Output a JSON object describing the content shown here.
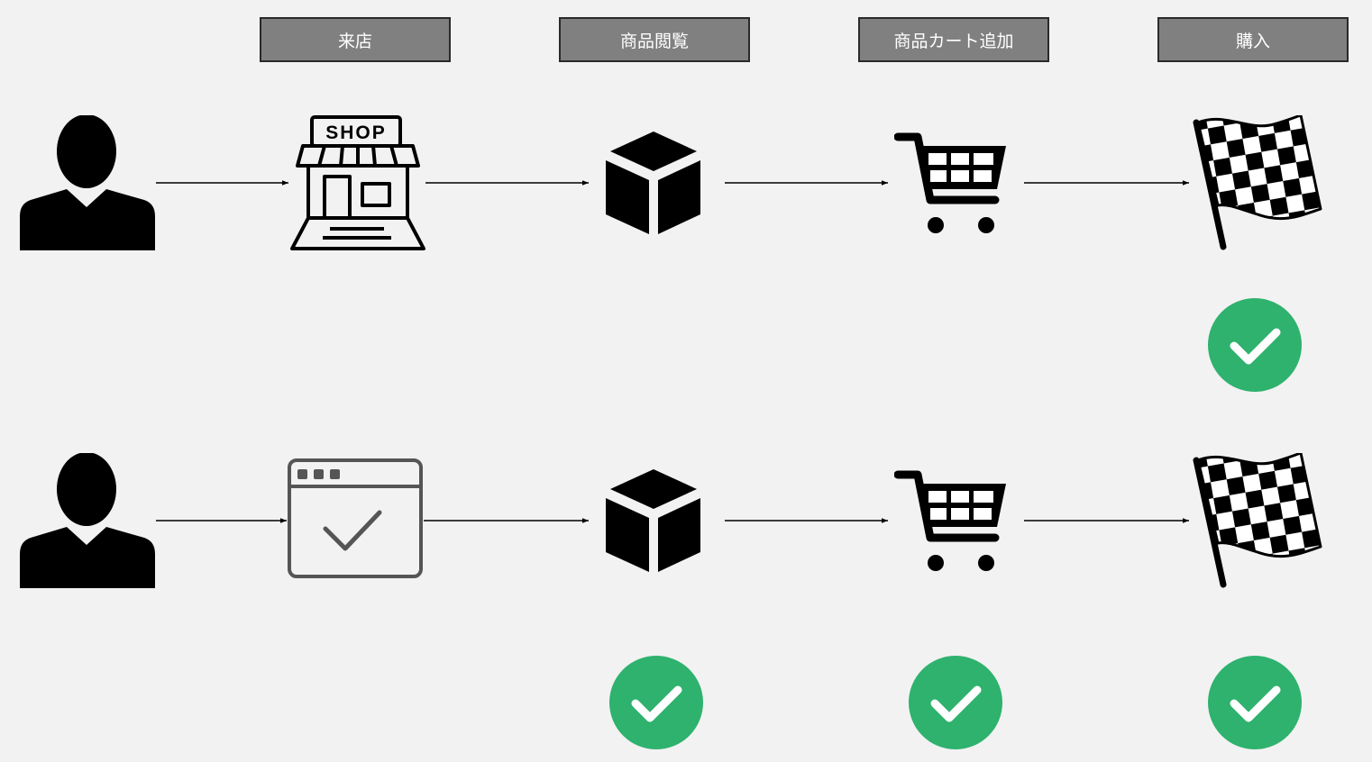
{
  "steps": [
    "来店",
    "商品閲覧",
    "商品カート追加",
    "購入"
  ],
  "icons": {
    "user": "user-silhouette-icon",
    "shop": "shop-storefront-icon",
    "web": "browser-window-check-icon",
    "product": "product-box-icon",
    "cart": "shopping-cart-icon",
    "goal": "checkered-flag-icon",
    "done": "green-check-circle-icon"
  },
  "shop_sign": "SHOP",
  "colors": {
    "background": "#f2f2f2",
    "header_fill": "#808080",
    "header_border": "#2a2a2a",
    "header_text": "#ffffff",
    "icon": "#000000",
    "browser_icon": "#555555",
    "check": "#2eb26e"
  },
  "rows": [
    {
      "channel": "shop",
      "completed": [
        "購入"
      ]
    },
    {
      "channel": "web",
      "completed": [
        "商品閲覧",
        "商品カート追加",
        "購入"
      ]
    }
  ]
}
